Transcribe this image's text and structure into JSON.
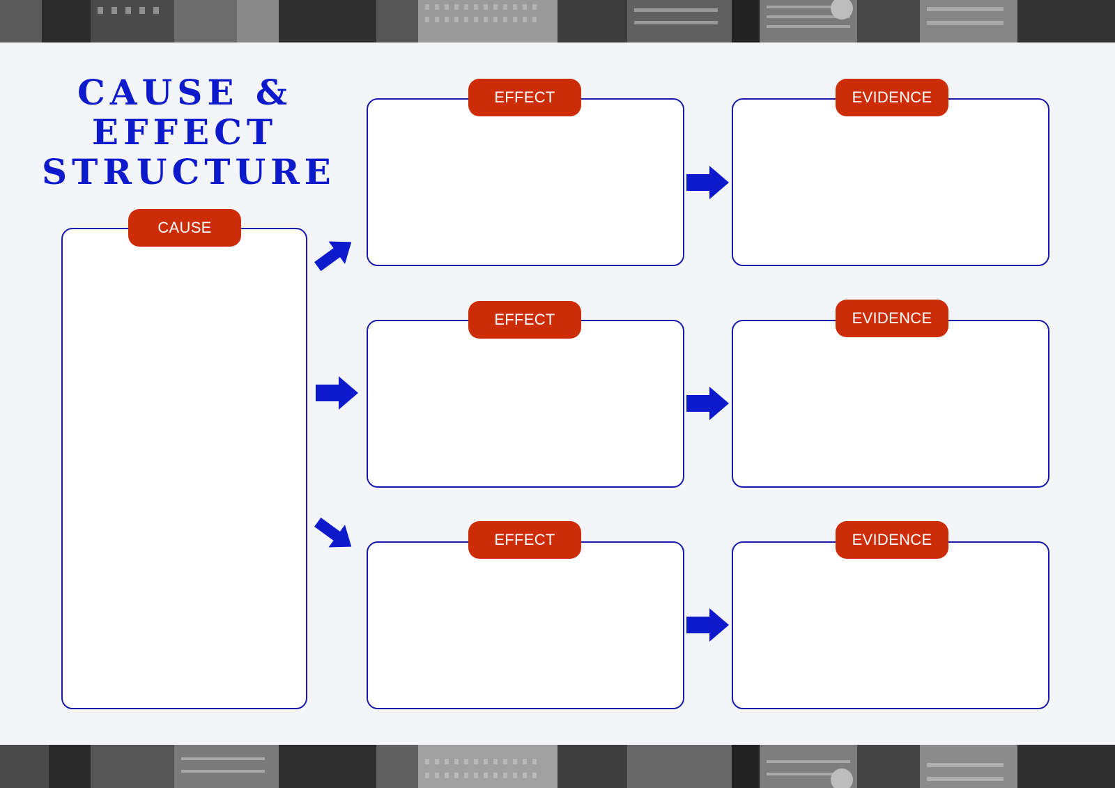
{
  "title": "CAUSE & EFFECT STRUCTURE",
  "title_lines": [
    "CAUSE &",
    "EFFECT",
    "STRUCTURE"
  ],
  "cause_label": "CAUSE",
  "effects": [
    {
      "label": "EFFECT",
      "evidence": "EVIDENCE"
    },
    {
      "label": "EFFECT",
      "evidence": "EVIDENCE"
    },
    {
      "label": "EFFECT",
      "evidence": "EVIDENCE"
    }
  ],
  "colors": {
    "title": "#0d1acc",
    "box_border": "#1a1aa8",
    "tag": "#cc2d07",
    "arrow": "#0d1acc",
    "background": "#f3f5f8"
  },
  "icons": [
    "arrow-right-icon",
    "arrow-up-right-icon",
    "arrow-down-right-icon"
  ],
  "background_image": "grayscale-city-skyline-photo"
}
